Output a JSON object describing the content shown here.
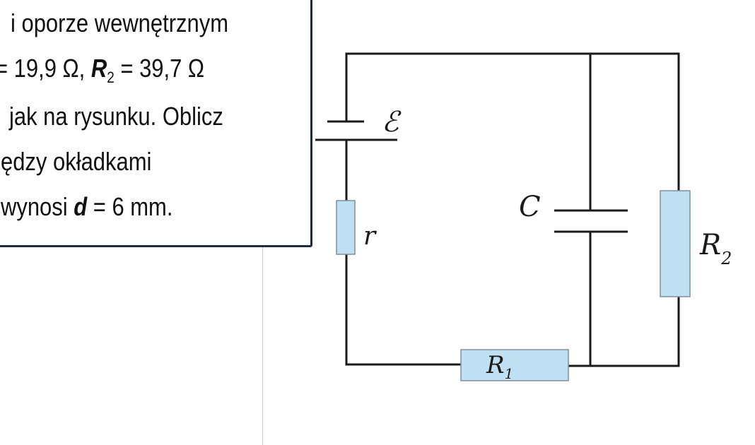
{
  "problem": {
    "line1": "i oporze wewnętrznym",
    "line2": {
      "eq1_value": "= 19,9 Ω, ",
      "r2_symbol": "R",
      "r2_subscript": "2",
      "eq2_value": " = 39,7 Ω"
    },
    "line3": "jak na rysunku. Oblicz",
    "line4": "ędzy okładkami",
    "line5": {
      "before": "wynosi ",
      "d_symbol": "d",
      "after": " = 6 mm."
    }
  },
  "circuit": {
    "emf_label": "ℰ",
    "r_label": "r",
    "c_label": "C",
    "r2_label": "R",
    "r2_subscript": "2",
    "r1_label": "R",
    "r1_subscript": "1",
    "resistor_fill": "#bfe0f2",
    "wire_color": "#1a1a1a"
  }
}
